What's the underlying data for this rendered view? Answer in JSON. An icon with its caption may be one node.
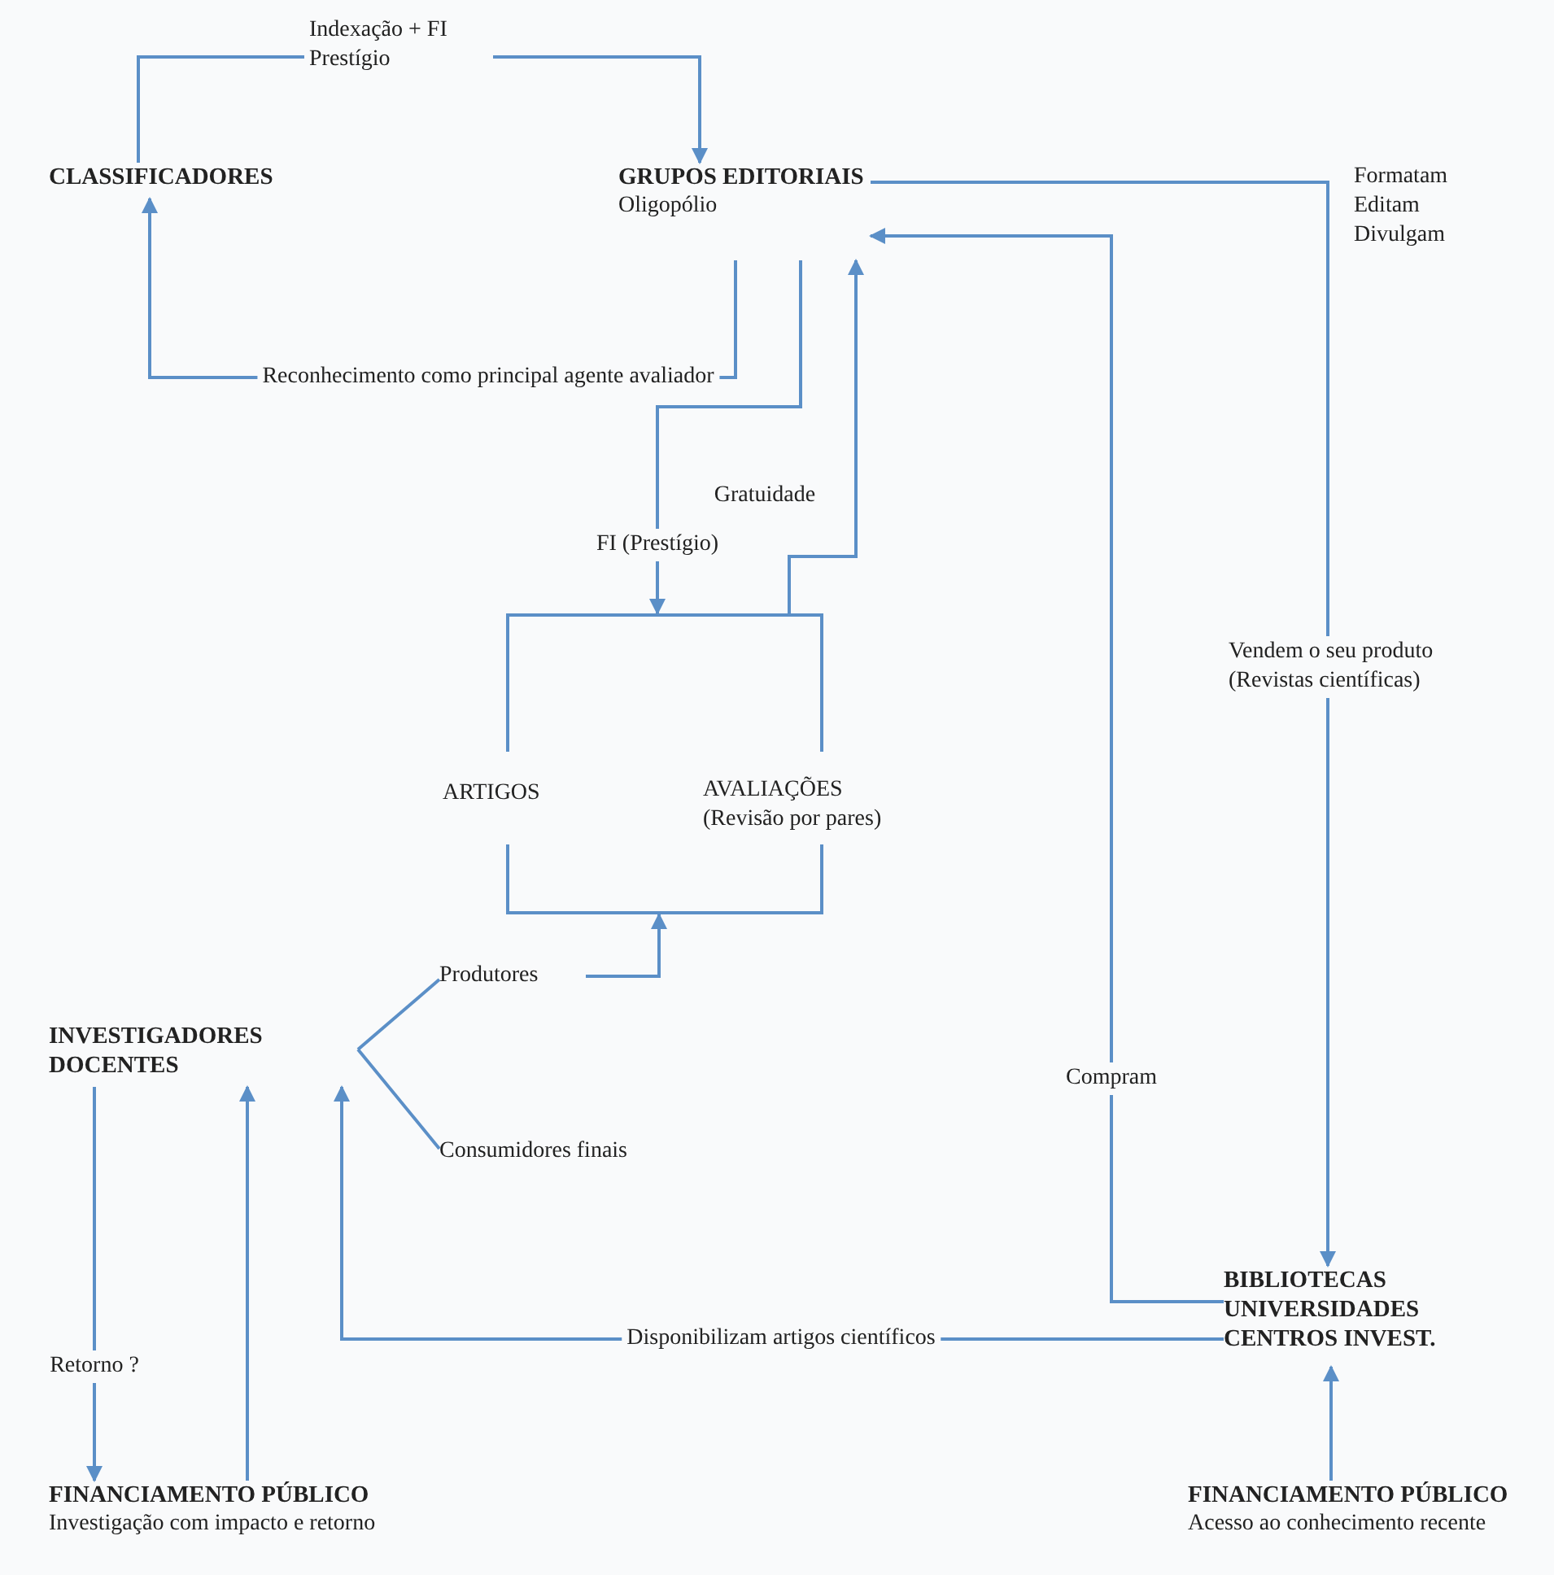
{
  "diagram": {
    "nodes": [
      {
        "text": [
          "CLASSIFICADORES"
        ]
      },
      {
        "text": [
          "GRUPOS EDITORIAIS",
          "Oligopólio"
        ]
      },
      {
        "text": [
          "ARTIGOS",
          "AVALIAÇÕES (Revisão por pares)"
        ]
      },
      {
        "text": [
          "INVESTIGADORES DOCENTES"
        ]
      },
      {
        "text": [
          "BIBLIOTECAS UNIVERSIDADES CENTROS INVEST."
        ]
      },
      {
        "text": [
          "FINANCIAMENTO PÚBLICO",
          "Investigação com impacto e retorno"
        ]
      },
      {
        "text": [
          "FINANCIAMENTO PÚBLICO",
          "Acesso ao conhecimento recente"
        ]
      },
      {
        "text": [
          "Produtores"
        ]
      },
      {
        "text": [
          "Consumidores finais"
        ]
      }
    ],
    "edges": [
      {
        "from": 0,
        "to": 1,
        "arrow": "to",
        "label": "Indexação + FI Prestígio"
      },
      {
        "from": 1,
        "to": 0,
        "arrow": "to",
        "label": "Reconhecimento como principal agente avaliador"
      },
      {
        "from": 1,
        "to": 2,
        "arrow": "to",
        "label": "FI (Prestígio)"
      },
      {
        "from": 2,
        "to": 1,
        "arrow": "to",
        "label": "Gratuidade"
      },
      {
        "from": 3,
        "to": 7,
        "arrow": "none"
      },
      {
        "from": 3,
        "to": 8,
        "arrow": "none"
      },
      {
        "from": 7,
        "to": 2,
        "arrow": "to"
      },
      {
        "from": 1,
        "to": 4,
        "arrow": "to",
        "label": "Vendem o seu produto (Revistas científicas)"
      },
      {
        "from": 4,
        "to": 1,
        "arrow": "to",
        "label": "Compram"
      },
      {
        "from": 4,
        "to": 3,
        "arrow": "to",
        "label": "Disponibilizam artigos científicos"
      },
      {
        "from": 3,
        "to": 5,
        "arrow": "to",
        "label": "Retorno ?"
      },
      {
        "from": 5,
        "to": 3,
        "arrow": "to"
      },
      {
        "from": 6,
        "to": 4,
        "arrow": "to"
      }
    ],
    "labels": [
      "Formatam Editam Divulgam"
    ]
  }
}
